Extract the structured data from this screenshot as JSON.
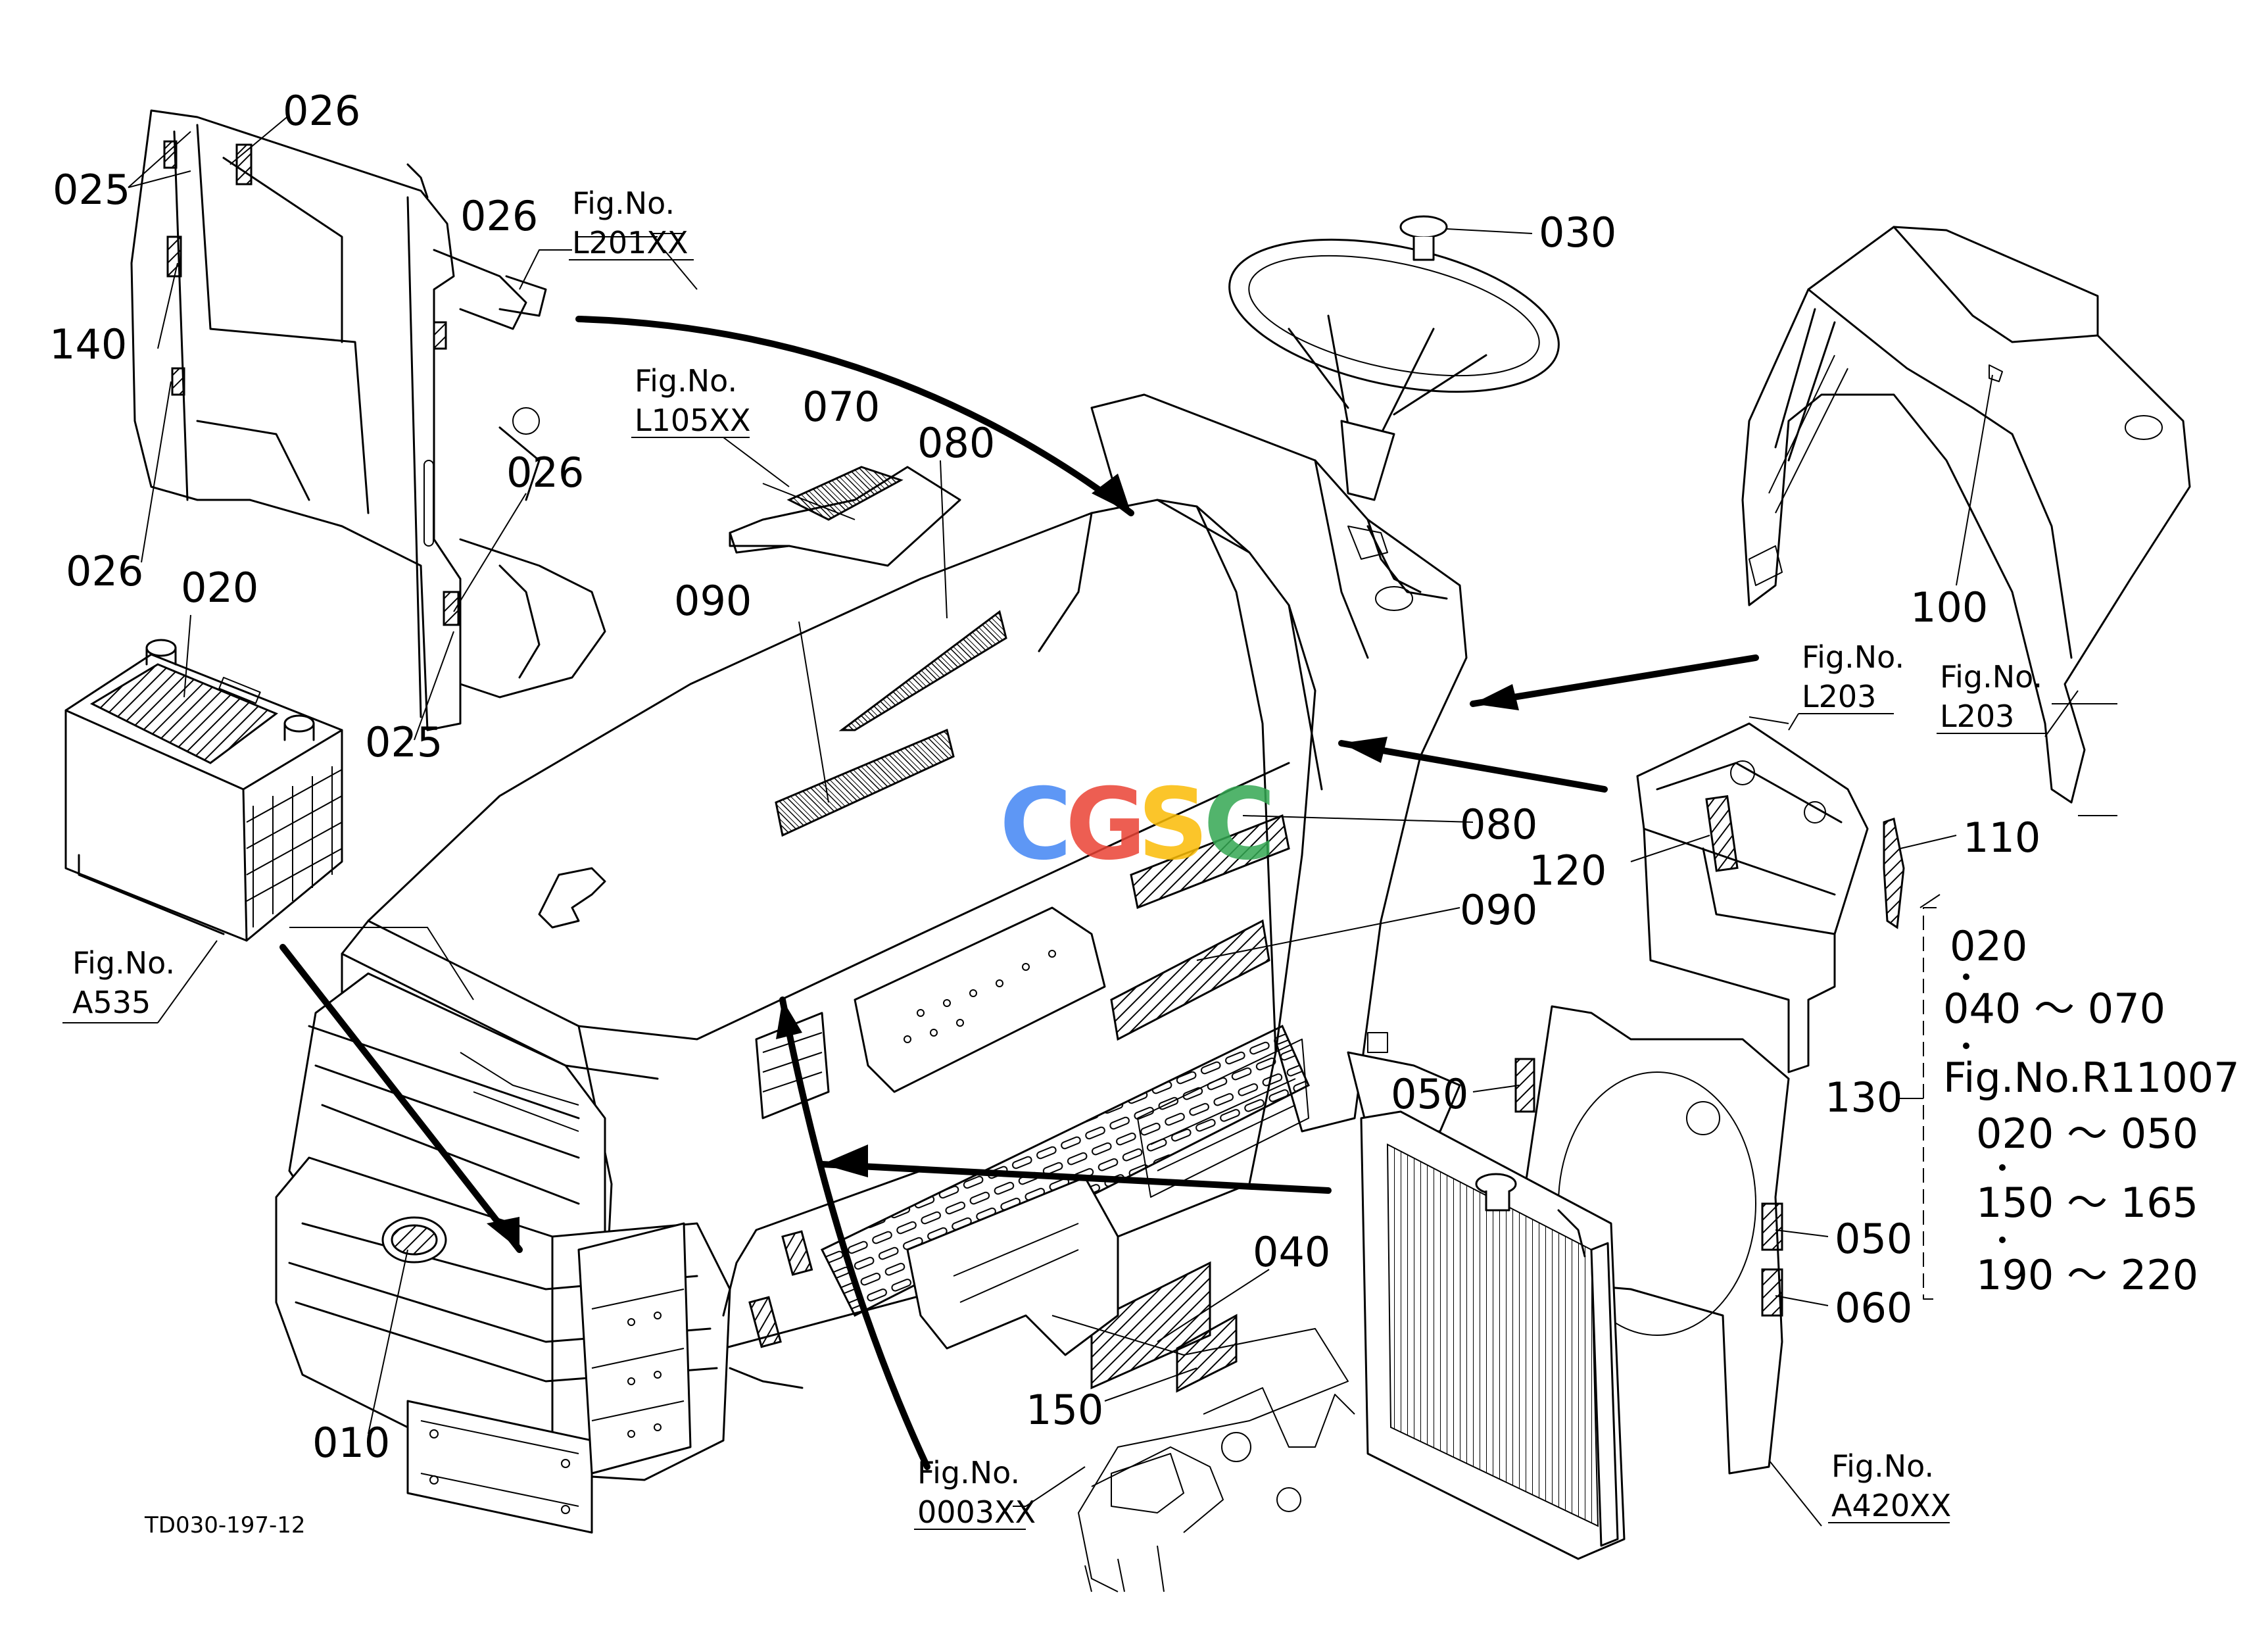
{
  "watermark": {
    "letters": [
      "C",
      "G",
      "S",
      "C"
    ],
    "colors": [
      "#4285F4",
      "#EA4335",
      "#FBBC05",
      "#34A853"
    ]
  },
  "drawing_code": "TD030-197-12",
  "part_labels": {
    "p025_top": "025",
    "p026_top": "026",
    "p026_mid": "026",
    "p140": "140",
    "p026_bot": "026",
    "p026_right": "026",
    "p025_bot": "025",
    "p020": "020",
    "p070": "070",
    "p080_top": "080",
    "p090_top": "090",
    "p030": "030",
    "p100": "100",
    "p080_side": "080",
    "p090_side": "090",
    "p120": "120",
    "p110": "110",
    "p130": "130",
    "p050_top": "050",
    "p050_side": "050",
    "p060": "060",
    "p040": "040",
    "p150": "150",
    "p010": "010"
  },
  "fig_refs": {
    "l201": {
      "title": "Fig.No.",
      "code": "L201XX"
    },
    "l105": {
      "title": "Fig.No.",
      "code": "L105XX"
    },
    "l203a": {
      "title": "Fig.No.",
      "code": "L203"
    },
    "l203b": {
      "title": "Fig.No.",
      "code": "L203"
    },
    "a535": {
      "title": "Fig.No.",
      "code": "A535"
    },
    "f0003": {
      "title": "Fig.No.",
      "code": "0003XX"
    },
    "a420": {
      "title": "Fig.No.",
      "code": "A420XX"
    }
  },
  "set_130": {
    "line1": "020",
    "line2": "040 ～ 070",
    "line3": "Fig.No.R11007",
    "line4": "020 ～ 050",
    "line5": "150 ～ 165",
    "line6": "190 ～ 220"
  }
}
